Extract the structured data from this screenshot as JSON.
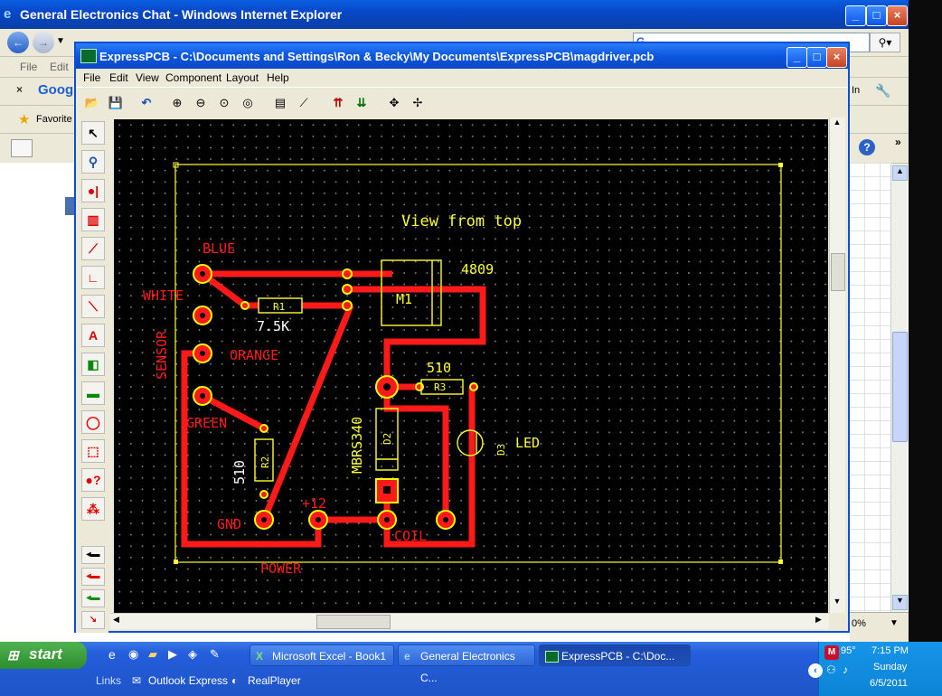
{
  "ie": {
    "title": "General Electronics Chat - Windows Internet Explorer",
    "menu_file": "File",
    "menu_edit": "Edit",
    "google_label": "Goog",
    "favorites_label": "Favorite",
    "signin_label": "In",
    "zoom_label": "0%"
  },
  "pcb": {
    "title": "ExpressPCB - C:\\Documents and Settings\\Ron & Becky\\My Documents\\ExpressPCB\\magdriver.pcb",
    "menu": [
      "File",
      "Edit",
      "View",
      "Component",
      "Layout",
      "Help"
    ],
    "texts": {
      "view_from_top": "View from top",
      "blue": "BLUE",
      "white": "WHITE",
      "sensor": "SENSOR",
      "orange": "ORANGE",
      "green": "GREEN",
      "r1": "R1",
      "r1_value": "7.5K",
      "r2": "R2",
      "r2_value": "510",
      "m1": "M1",
      "m1_part": "4809",
      "r3": "R3",
      "r3_value": "510",
      "d2": "D2",
      "d2_part": "MBRS340",
      "d3": "D3",
      "led": "LED",
      "gnd": "GND",
      "plus12": "+12",
      "coil": "COIL",
      "power": "POWER"
    },
    "colors": {
      "trace": "#ff1a1a",
      "silk": "#ffff33",
      "pad": "#ffff00",
      "canvas": "#000000"
    }
  },
  "taskbar": {
    "start": "start",
    "tasks": [
      "Microsoft Excel - Book1",
      "General Electronics C...",
      "ExpressPCB - C:\\Doc..."
    ],
    "links_label": "Links",
    "quick_outlook": "Outlook Express",
    "quick_realplayer": "RealPlayer",
    "temp": "95°",
    "time": "7:15 PM",
    "day": "Sunday",
    "date": "6/5/2011"
  }
}
